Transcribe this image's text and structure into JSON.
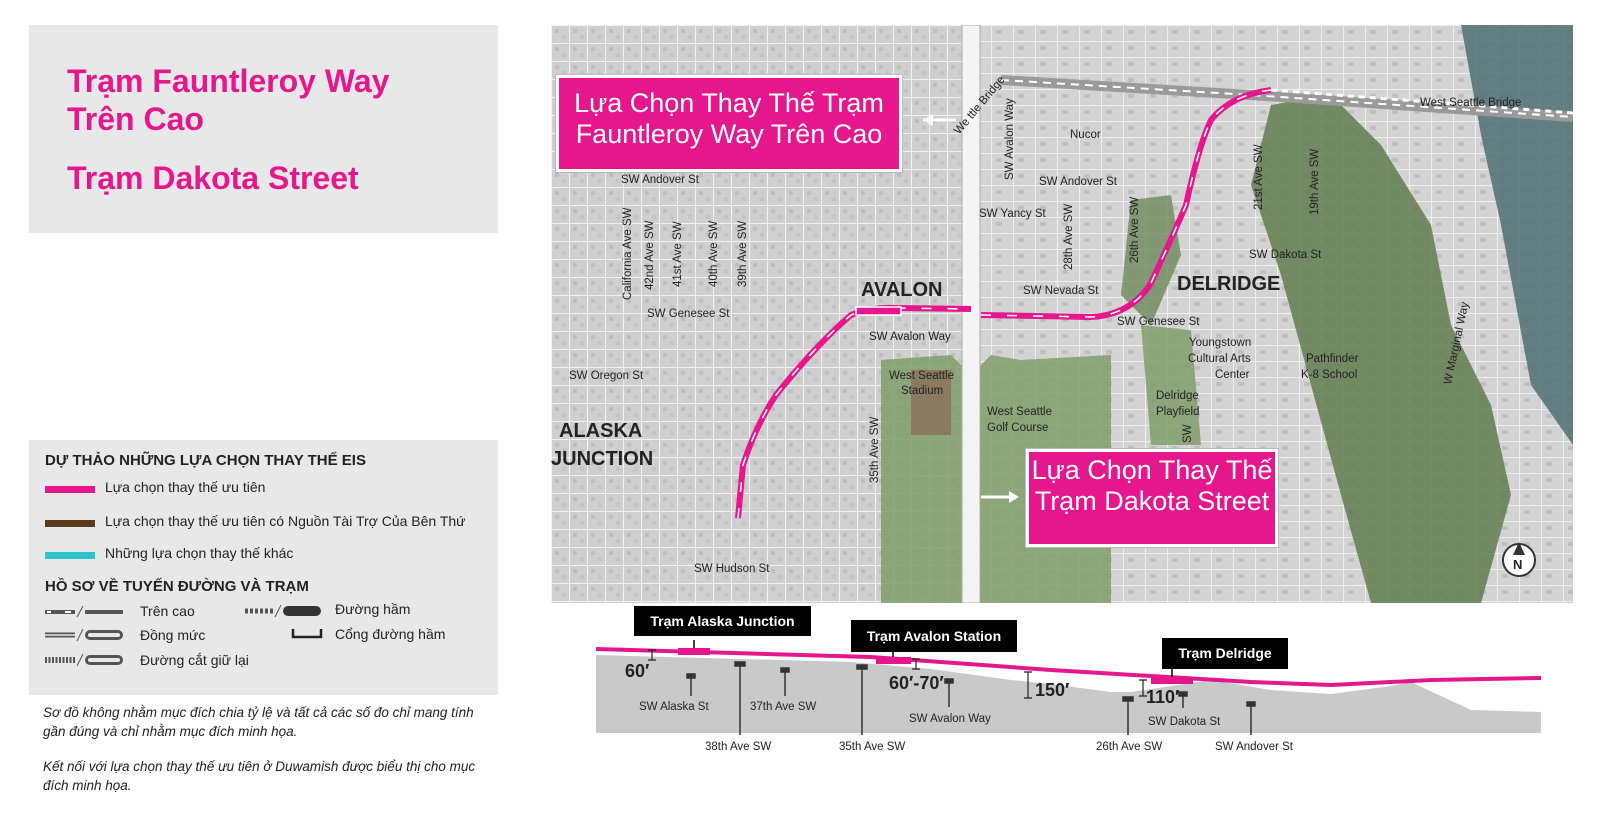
{
  "title": {
    "line1": "Trạm Fauntleroy Way",
    "line2": "Trên Cao",
    "line3": "Trạm Dakota Street"
  },
  "legend": {
    "heading_alternatives": "DỰ THẢO NHỮNG LỰA CHỌN THAY THẾ EIS",
    "items": [
      {
        "label": "Lựa chọn thay thế ưu tiên",
        "color": "#e6168c"
      },
      {
        "label": "Lựa chọn thay thế ưu tiên có Nguồn Tài Trợ Của Bên Thứ",
        "color": "#5b3a1e"
      },
      {
        "label": "Những lựa chọn thay thế khác",
        "color": "#2ec4c7"
      }
    ],
    "heading_profile": "HỒ SƠ VỀ TUYẾN ĐƯỜNG VÀ TRẠM",
    "profile_items": {
      "elevated": "Trên cao",
      "at_grade": "Đồng mức",
      "retained_cut": "Đường cắt giữ lại",
      "tunnel": "Đường hầm",
      "tunnel_portal": "Cổng đường hầm"
    }
  },
  "notes": {
    "note1": "Sơ đồ không nhằm mục đích chia tỷ lệ và tất cả các số đo chỉ mang tính gần đúng và chỉ nhằm mục đích minh họa.",
    "note2": "Kết nối với lựa chọn thay thế ưu tiên ở Duwamish được biểu thị cho mục đích minh họa."
  },
  "map": {
    "callout_top": "Lựa Chọn Thay Thế Trạm Fauntleroy Way Trên Cao",
    "callout_bottom": "Lựa Chọn Thay Thế Trạm Dakota Street",
    "neighborhoods": {
      "avalon": "AVALON",
      "delridge": "DELRIDGE",
      "alaska_1": "ALASKA",
      "alaska_2": "JUNCTION"
    },
    "streets": {
      "sw_andover_w": "SW Andover St",
      "california": "California Ave SW",
      "ave42": "42nd Ave SW",
      "ave41": "41st Ave SW",
      "ave40": "40th Ave SW",
      "ave39": "39th Ave SW",
      "genesee_w": "SW Genesee St",
      "oregon": "SW Oregon St",
      "hudson": "SW Hudson St",
      "avalon_way": "SW Avalon Way",
      "ave35": "35th Ave SW",
      "stadium_1": "West Seattle",
      "stadium_2": "Stadium",
      "golf_1": "West Seattle",
      "golf_2": "Golf Course",
      "sw_avalon_way_v": "SW Avalon Way",
      "nucor": "Nucor",
      "andover_e": "SW Andover St",
      "yancy": "SW Yancy St",
      "ave28": "28th Ave SW",
      "ave26": "26th Ave SW",
      "nevada": "SW Nevada St",
      "genesee_e": "SW Genesee St",
      "youngstown_1": "Youngstown",
      "youngstown_2": "Cultural Arts",
      "youngstown_3": "Center",
      "delridge_pf_1": "Delridge",
      "delridge_pf_2": "Playfield",
      "sw_label": "SW",
      "ave21": "21st Ave SW",
      "ave19": "19th Ave SW",
      "dakota": "SW Dakota St",
      "pathfinder_1": "Pathfinder",
      "pathfinder_2": "K-8 School",
      "marginal": "W Marginal Way",
      "ws_bridge": "West Seattle Bridge",
      "bridge_partial": "We     ttle Bridge"
    },
    "north": "N"
  },
  "profile": {
    "stations": {
      "alaska": "Trạm Alaska Junction",
      "avalon": "Trạm Avalon Station",
      "delridge": "Trạm Delridge"
    },
    "heights": {
      "h60": "60′",
      "h6070": "60′-70′",
      "h150": "150′",
      "h110": "110′"
    },
    "streets_upper": {
      "alaska": "SW Alaska St",
      "ave37": "37th Ave SW",
      "avalon_way": "SW Avalon Way",
      "dakota": "SW Dakota St"
    },
    "streets_lower": {
      "ave38": "38th Ave SW",
      "ave35": "35th Ave SW",
      "ave26": "26th Ave SW",
      "andover": "SW Andover St"
    }
  },
  "colors": {
    "alignment": "#e6168c",
    "third_party": "#5b3a1e",
    "other": "#2ec4c7"
  }
}
